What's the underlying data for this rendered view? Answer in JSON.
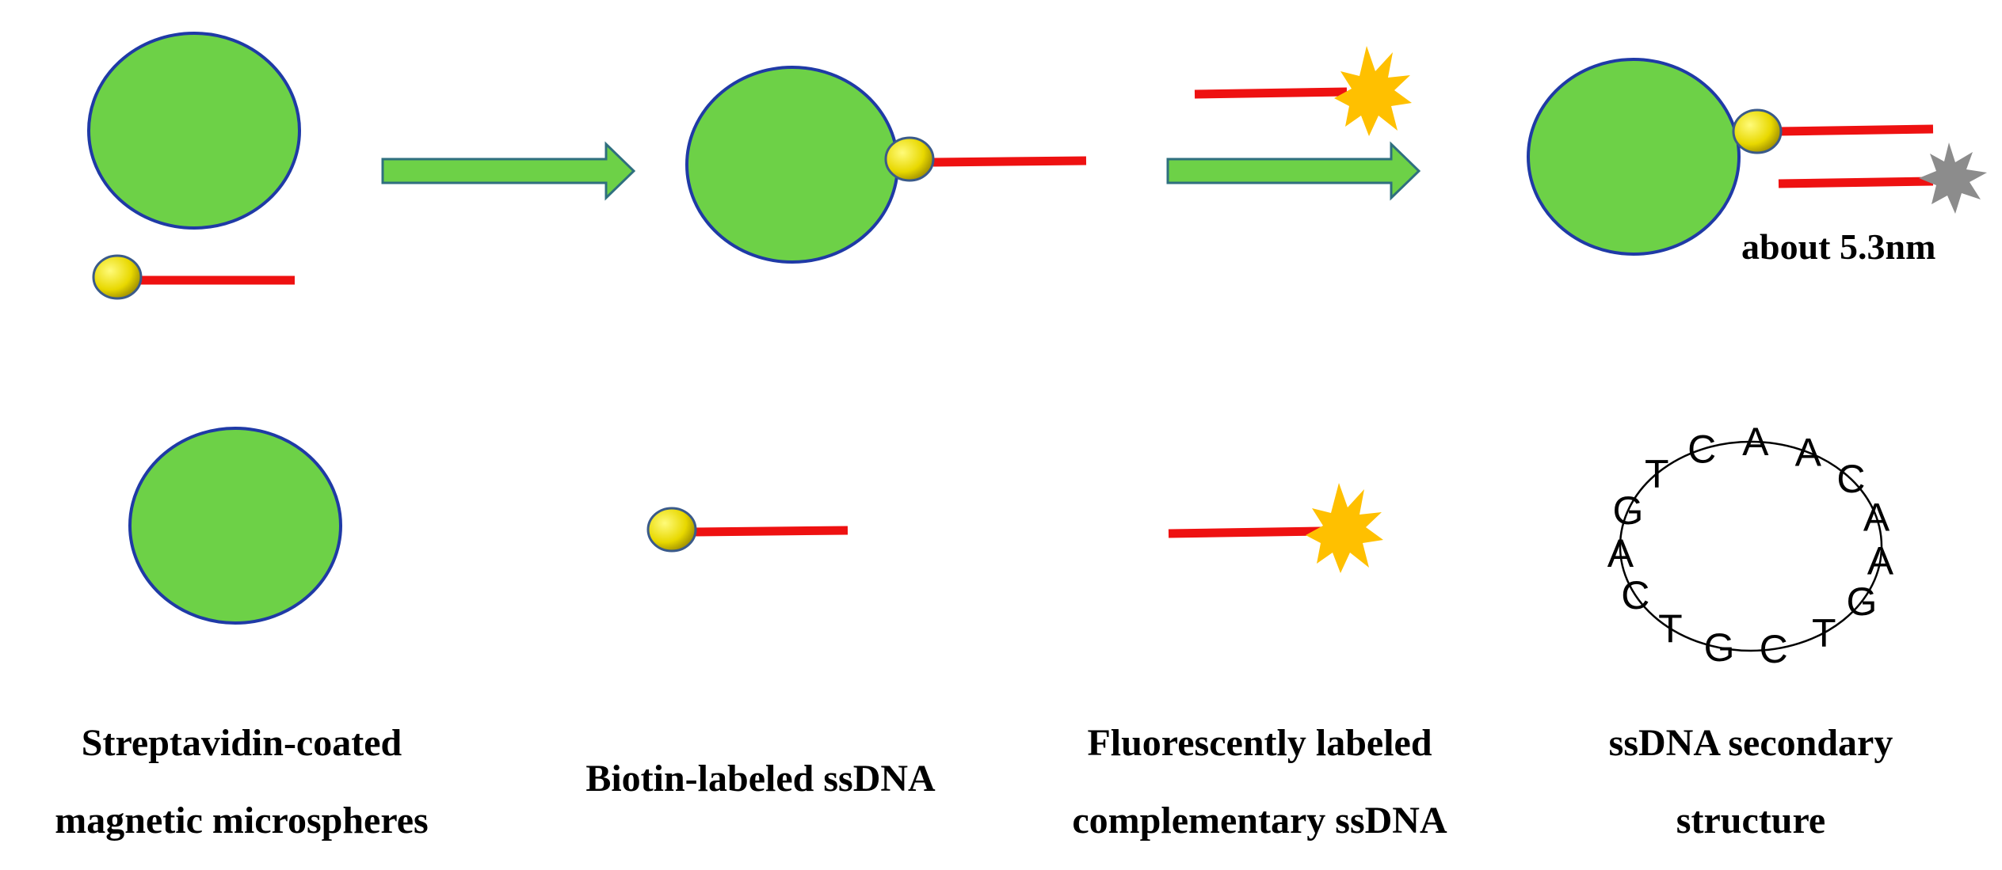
{
  "captions": {
    "microspheres": [
      "Streptavidin-coated",
      "magnetic microspheres"
    ],
    "biotin_ssdna": [
      "Biotin-labeled ssDNA"
    ],
    "fluorescent_ssdna": [
      "Fluorescently labeled",
      "complementary ssDNA"
    ],
    "secondary": [
      "ssDNA secondary",
      "structure"
    ]
  },
  "distance_label": "about 5.3nm",
  "secondary_structure_bases": [
    "C",
    "A",
    "A",
    "C",
    "A",
    "A",
    "G",
    "T",
    "C",
    "G",
    "T",
    "C",
    "A",
    "G",
    "T"
  ],
  "colors": {
    "bead_fill": "#6dd147",
    "bead_stroke": "#1f3aa6",
    "biotin_fill": "#e8d800",
    "biotin_stroke": "#3a5a8a",
    "strand": "#ee1111",
    "arrow_fill": "#6dd147",
    "arrow_stroke": "#2f6f7f",
    "fluor_on": "#ffc000",
    "fluor_quenched": "#8c8c8c"
  }
}
